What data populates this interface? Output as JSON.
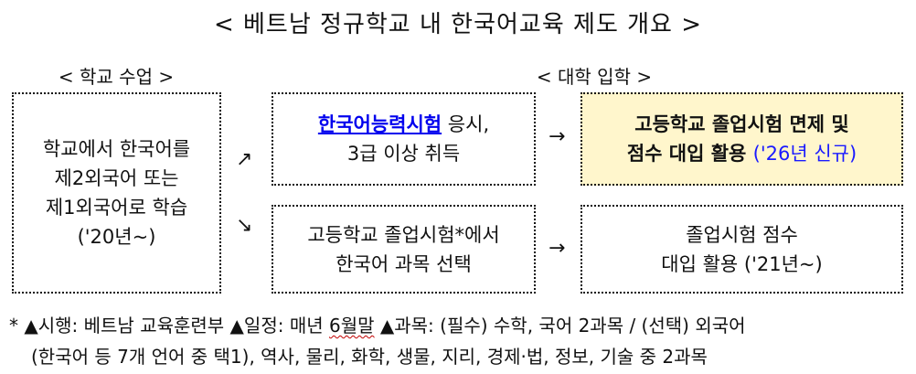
{
  "title": "< 베트남 정규학교 내 한국어교육 제도 개요 >",
  "sections": {
    "school": "< 학교 수업 >",
    "university": "< 대학 입학 >"
  },
  "boxes": {
    "school_class": {
      "lines": [
        "학교에서 한국어를",
        "제2외국어 또는",
        "제1외국어로 학습",
        "('20년~)"
      ]
    },
    "topik": {
      "link_text": "한국어능력시험",
      "line1_rest": " 응시,",
      "line2": "3급 이상 취득"
    },
    "exemption": {
      "line1": "고등학교 졸업시험 면제 및",
      "line2_main": "점수 대입 활용 ",
      "line2_note": "('26년 신규)"
    },
    "grad_exam": {
      "line1": "고등학교 졸업시험*에서",
      "line2": "한국어 과목 선택"
    },
    "grad_score": {
      "line1": "졸업시험 점수",
      "line2": "대입 활용 ('21년~)"
    }
  },
  "arrows": {
    "up_right": "↗",
    "down_right": "↘",
    "right": "→"
  },
  "footnote": {
    "line1_prefix": "*  ▲시행: 베트남 교육훈련부 ▲일정: 매년 ",
    "line1_squiggle": "6월말",
    "line1_suffix": " ▲과목: (필수) 수학, 국어 2과목 / (선택) 외국어",
    "line2": "(한국어 등 7개 언어 중 택1), 역사, 물리, 화학, 생물, 지리, 경제·법, 정보, 기술 중 2과목"
  },
  "colors": {
    "highlight_bg": "#fff6cc",
    "link": "#0000ee",
    "accent_blue": "#1a1aff"
  }
}
